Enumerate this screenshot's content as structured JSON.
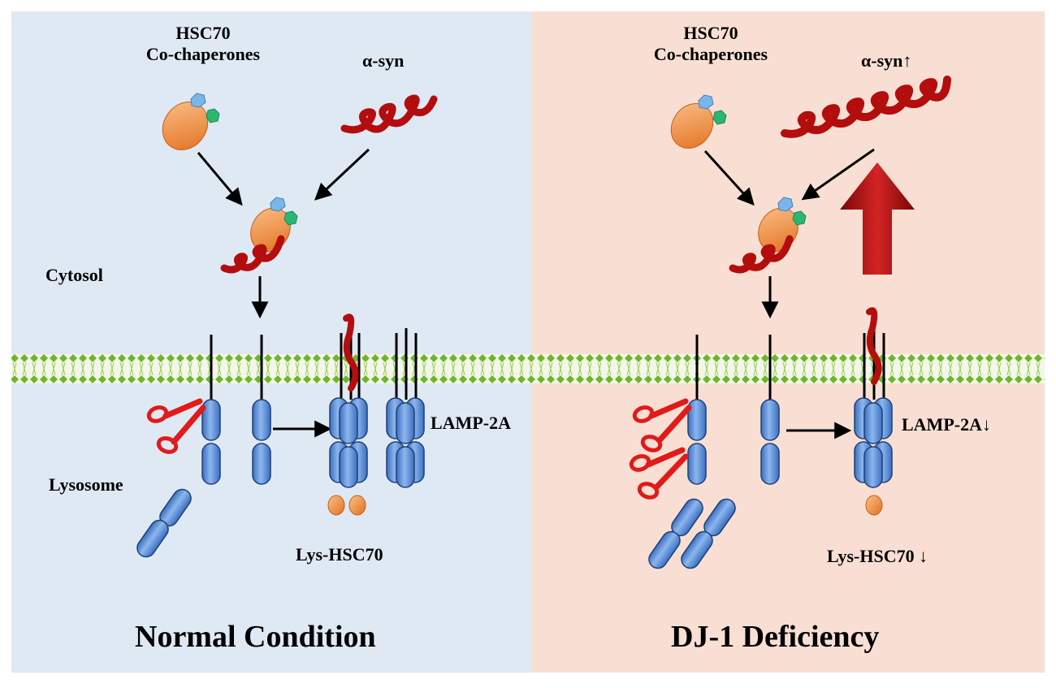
{
  "colors": {
    "normal_bg": "#dfe9f4",
    "deficiency_bg": "#f9dfd3",
    "membrane": "#6fb52c",
    "membrane_light": "#c9e89c",
    "lamp_fill": "#5b8fd6",
    "lamp_stroke": "#1e3f78",
    "hsc70": "#ef8a3a",
    "cochaperone_blue": "#7ab7e8",
    "cochaperone_green": "#2bb673",
    "asyn": "#b40d0d",
    "scissors": "#e11a1a",
    "big_arrow": "#b81010"
  },
  "panels": {
    "normal": {
      "hsc70_label_line1": "HSC70",
      "hsc70_label_line2": "Co-chaperones",
      "asyn_label": "α-syn",
      "cytosol_label": "Cytosol",
      "lysosome_label": "Lysosome",
      "lamp_label": "LAMP-2A",
      "lys_hsc70_label": "Lys-HSC70",
      "title": "Normal Condition"
    },
    "deficiency": {
      "hsc70_label_line1": "HSC70",
      "hsc70_label_line2": "Co-chaperones",
      "asyn_label": "α-syn↑",
      "lamp_label": "LAMP-2A↓",
      "lys_hsc70_label": "Lys-HSC70 ↓",
      "title": "DJ-1 Deficiency"
    }
  }
}
